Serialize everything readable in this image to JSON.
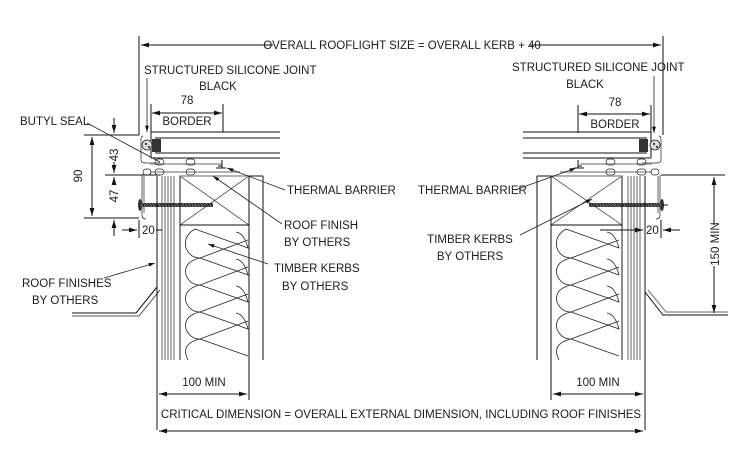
{
  "drawing": {
    "title_dimension": "OVERALL ROOFLIGHT SIZE = OVERALL KERB + 40",
    "critical_dimension": "CRITICAL DIMENSION = OVERALL EXTERNAL DIMENSION, INCLUDING ROOF FINISHES",
    "left_detail": {
      "silicone_joint_line1": "STRUCTURED SILICONE JOINT",
      "silicone_joint_line2": "BLACK",
      "border_value": "78",
      "border_label": "BORDER",
      "butyl_seal": "BUTYL SEAL",
      "dim_total": "90",
      "dim_upper": "43",
      "dim_lower": "47",
      "dim_offset": "20",
      "thermal_barrier": "THERMAL BARRIER",
      "roof_finish_line1": "ROOF FINISH",
      "roof_finish_line2": "BY OTHERS",
      "timber_kerbs_line1": "TIMBER KERBS",
      "timber_kerbs_line2": "BY OTHERS",
      "roof_finishes_line1": "ROOF FINISHES",
      "roof_finishes_line2": "BY OTHERS",
      "kerb_width": "100 MIN"
    },
    "right_detail": {
      "silicone_joint_line1": "STRUCTURED SILICONE JOINT",
      "silicone_joint_line2": "BLACK",
      "border_value": "78",
      "border_label": "BORDER",
      "thermal_barrier": "THERMAL BARRIER",
      "timber_kerbs_line1": "TIMBER KERBS",
      "timber_kerbs_line2": "BY OTHERS",
      "dim_offset": "20",
      "upstand_height": "150 MIN",
      "kerb_width": "100 MIN"
    }
  }
}
